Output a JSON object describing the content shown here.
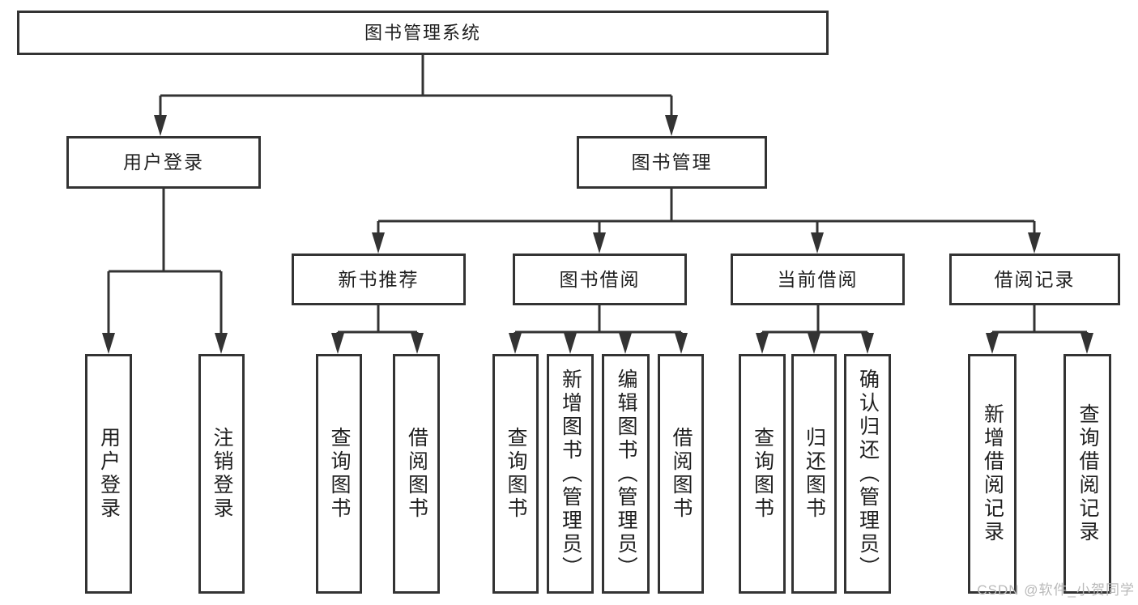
{
  "tree": {
    "label": "图书管理系统",
    "children": [
      {
        "label": "用户登录",
        "children": [
          {
            "label": "用户登录"
          },
          {
            "label": "注销登录"
          }
        ]
      },
      {
        "label": "图书管理",
        "children": [
          {
            "label": "新书推荐",
            "children": [
              {
                "label": "查询图书"
              },
              {
                "label": "借阅图书"
              }
            ]
          },
          {
            "label": "图书借阅",
            "children": [
              {
                "label": "查询图书"
              },
              {
                "label": "新增图书（管理员）"
              },
              {
                "label": "编辑图书（管理员）"
              },
              {
                "label": "借阅图书"
              }
            ]
          },
          {
            "label": "当前借阅",
            "children": [
              {
                "label": "查询图书"
              },
              {
                "label": "归还图书"
              },
              {
                "label": "确认归还（管理员）"
              }
            ]
          },
          {
            "label": "借阅记录",
            "children": [
              {
                "label": "新增借阅记录"
              },
              {
                "label": "查询借阅记录"
              }
            ]
          }
        ]
      }
    ]
  },
  "watermark": {
    "text": "CSDN @软件_小贺同学"
  },
  "colors": {
    "line": "#333333",
    "box_border": "#333333",
    "text": "#1f1f1f",
    "watermark": "#b9b9b9",
    "background": "#ffffff"
  }
}
